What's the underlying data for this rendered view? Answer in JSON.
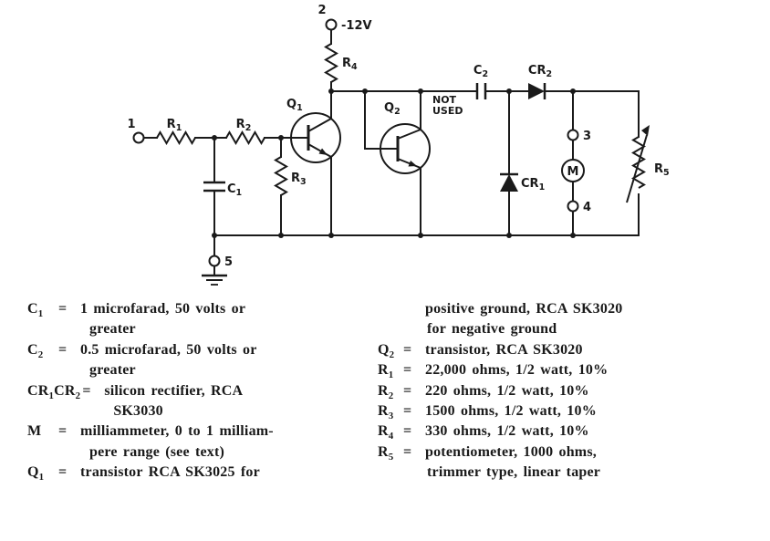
{
  "schematic": {
    "supply_label": "-12V",
    "not_used_line1": "NOT",
    "not_used_line2": "USED",
    "meter_label": "M",
    "terminals": {
      "t1": "1",
      "t2": "2",
      "t3": "3",
      "t4": "4",
      "t5": "5"
    },
    "components": {
      "q1": {
        "t": "Q",
        "s": "1"
      },
      "q2": {
        "t": "Q",
        "s": "2"
      },
      "r1": {
        "t": "R",
        "s": "1"
      },
      "r2": {
        "t": "R",
        "s": "2"
      },
      "r3": {
        "t": "R",
        "s": "3"
      },
      "r4": {
        "t": "R",
        "s": "4"
      },
      "r5": {
        "t": "R",
        "s": "5"
      },
      "c1": {
        "t": "C",
        "s": "1"
      },
      "c2": {
        "t": "C",
        "s": "2"
      },
      "cr1": {
        "t": "CR",
        "s": "1"
      },
      "cr2": {
        "t": "CR",
        "s": "2"
      }
    }
  },
  "parts_list": {
    "left": [
      {
        "ref": [
          {
            "t": "C"
          },
          {
            "t": "1",
            "sub": true
          }
        ],
        "eq": "=",
        "lines": [
          "1 microfarad, 50 volts or",
          "greater"
        ]
      },
      {
        "ref": [
          {
            "t": "C"
          },
          {
            "t": "2",
            "sub": true
          }
        ],
        "eq": "=",
        "lines": [
          "0.5 microfarad, 50 volts or",
          "greater"
        ]
      },
      {
        "ref": [
          {
            "t": "CR"
          },
          {
            "t": "1",
            "sub": true
          },
          {
            "t": "CR"
          },
          {
            "t": "2",
            "sub": true
          }
        ],
        "eq": "=",
        "lines": [
          "silicon rectifier, RCA",
          "SK3030"
        ]
      },
      {
        "ref": [
          {
            "t": "M"
          }
        ],
        "eq": "=",
        "lines": [
          "milliammeter, 0 to 1 milliam-",
          "pere range (see text)"
        ]
      },
      {
        "ref": [
          {
            "t": "Q"
          },
          {
            "t": "1",
            "sub": true
          }
        ],
        "eq": "=",
        "lines": [
          "transistor RCA SK3025 for"
        ]
      }
    ],
    "right": [
      {
        "ref": [],
        "eq": "",
        "lines": [
          "positive ground, RCA SK3020",
          "for negative ground"
        ]
      },
      {
        "ref": [
          {
            "t": "Q"
          },
          {
            "t": "2",
            "sub": true
          }
        ],
        "eq": "=",
        "lines": [
          "transistor, RCA SK3020"
        ]
      },
      {
        "ref": [
          {
            "t": "R"
          },
          {
            "t": "1",
            "sub": true
          }
        ],
        "eq": "=",
        "lines": [
          "22,000 ohms, 1/2 watt, 10%"
        ]
      },
      {
        "ref": [
          {
            "t": "R"
          },
          {
            "t": "2",
            "sub": true
          }
        ],
        "eq": "=",
        "lines": [
          "220 ohms, 1/2 watt, 10%"
        ]
      },
      {
        "ref": [
          {
            "t": "R"
          },
          {
            "t": "3",
            "sub": true
          }
        ],
        "eq": "=",
        "lines": [
          "1500 ohms, 1/2 watt, 10%"
        ]
      },
      {
        "ref": [
          {
            "t": "R"
          },
          {
            "t": "4",
            "sub": true
          }
        ],
        "eq": "=",
        "lines": [
          "330 ohms, 1/2 watt, 10%"
        ]
      },
      {
        "ref": [
          {
            "t": "R"
          },
          {
            "t": "5",
            "sub": true
          }
        ],
        "eq": "=",
        "lines": [
          "potentiometer, 1000 ohms,",
          "trimmer type, linear taper"
        ]
      }
    ]
  }
}
